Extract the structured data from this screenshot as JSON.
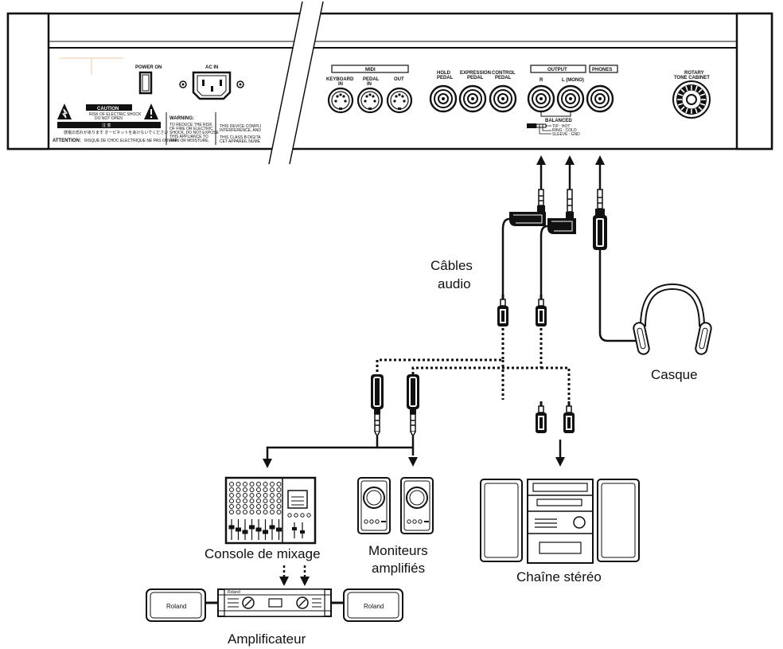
{
  "panel": {
    "power_on": "POWER ON",
    "ac_in": "AC IN",
    "caution": "CAUTION",
    "caution_sub1": "RISK OF ELECTRIC SHOCK",
    "caution_sub2": "DO NOT OPEN",
    "chuui": "注 意",
    "chuui_sub": "感電の恐れがあります オーピネットをあけないでください",
    "attention": "ATTENTION:",
    "attention_sub": "RISQUE DE CHOC ELECTRIQUE NE PAS OUVRIR",
    "warning": "WARNING:",
    "warning_lines": [
      "TO REDUCE THE RISK",
      "OF FIRE OR ELECTRIC",
      "SHOCK, DO NOT EXPOSE",
      "THIS APPLIANCE TO",
      "RAIN OR MOISTURE."
    ],
    "device_lines": [
      "THIS DEVICE COMPLI",
      "INTERFERENCE, AND"
    ],
    "class_lines": [
      "THIS CLASS B DIGITA",
      "CET APPAREIL NUME"
    ],
    "midi": "MIDI",
    "keyboard_in": [
      "KEYBOARD",
      "IN"
    ],
    "pedal_in": [
      "PEDAL",
      "IN"
    ],
    "out": "OUT",
    "hold_pedal": [
      "HOLD",
      "PEDAL"
    ],
    "expression_pedal": [
      "EXPRESSION",
      "PEDAL"
    ],
    "control_pedal": [
      "CONTROL",
      "PEDAL"
    ],
    "output": "OUTPUT",
    "phones": "PHONES",
    "r": "R",
    "l_mono": "L (MONO)",
    "balanced": "BALANCED",
    "tip": "TIP : HOT",
    "ring": "RING : COLD",
    "sleeve": "SLEEVE : GND",
    "rotary": [
      "ROTARY",
      "TONE CABINET"
    ]
  },
  "labels": {
    "cables": [
      "Câbles",
      "audio"
    ],
    "headphones": "Casque",
    "mixer": "Console de mixage",
    "monitors": [
      "Moniteurs",
      "amplifiés"
    ],
    "stereo": "Chaîne stéréo",
    "amplifier": "Amplificateur",
    "roland": "Roland"
  }
}
